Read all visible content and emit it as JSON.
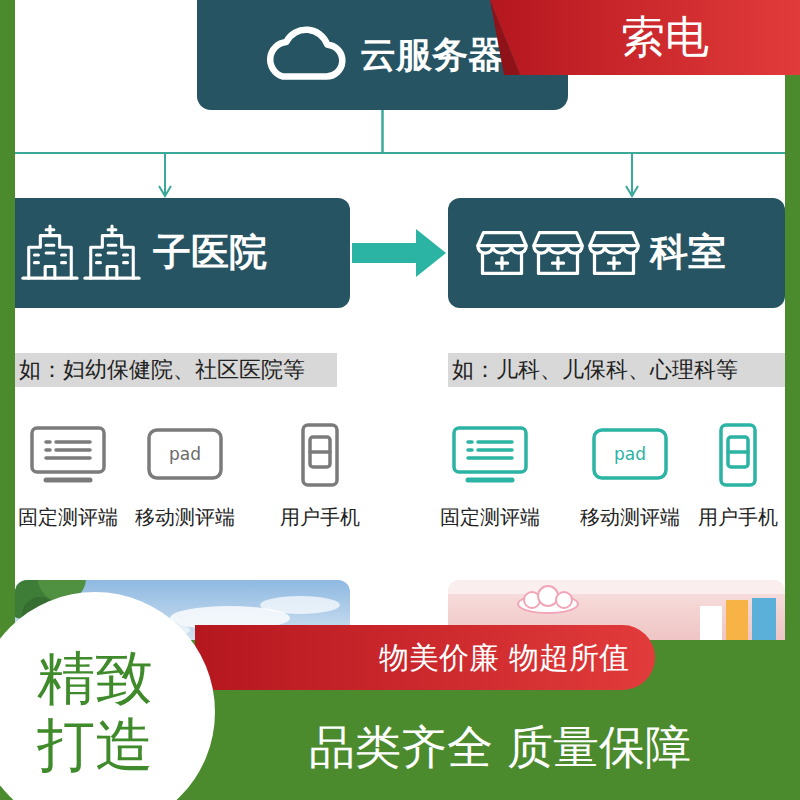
{
  "diagram": {
    "nodes": [
      {
        "text": [
          "云服务器"
        ]
      },
      {
        "text": [
          "索电"
        ]
      },
      {
        "text": [
          "子医院"
        ]
      },
      {
        "text": [
          "科室"
        ]
      },
      {
        "text": [
          "精致 打造"
        ]
      },
      {
        "text": [
          "物美价廉 物超所值"
        ]
      }
    ],
    "edges": [
      {
        "from": 0,
        "to": 2,
        "arrow": "to"
      },
      {
        "from": 0,
        "to": 3,
        "arrow": "to"
      },
      {
        "from": 2,
        "to": 3,
        "arrow": "to"
      }
    ],
    "labels": [
      "如：妇幼保健院、社区医院等",
      "如：儿科、儿保科、心理科等",
      "pad",
      "pad",
      "固定测评端",
      "移动测评端",
      "用户手机",
      "固定测评端",
      "移动测评端",
      "用户手机",
      "品类齐全 质量保障"
    ]
  }
}
